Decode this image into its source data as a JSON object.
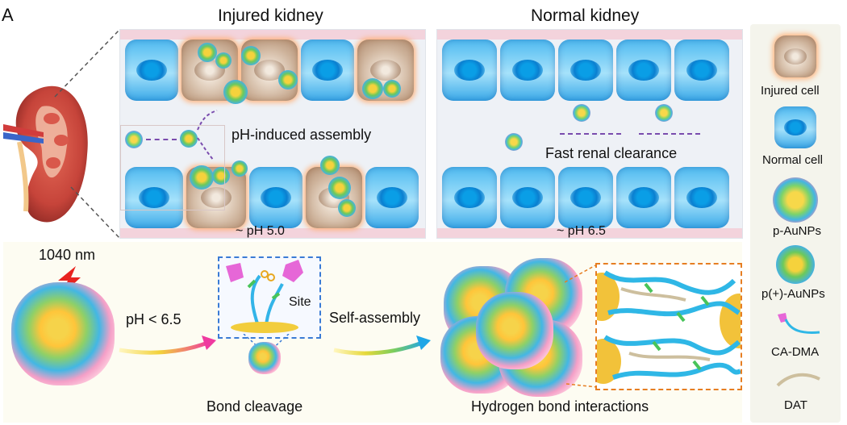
{
  "panel_letter": "A",
  "injured": {
    "title": "Injured kidney",
    "assembly_label": "pH-induced assembly",
    "ph_label": "~ pH 5.0"
  },
  "normal": {
    "title": "Normal kidney",
    "clearance_label": "Fast renal clearance",
    "ph_label": "~ pH 6.5"
  },
  "legend": {
    "items": [
      {
        "label": "Injured cell",
        "icon": "injured-cell-icon"
      },
      {
        "label": "Normal cell",
        "icon": "normal-cell-icon"
      },
      {
        "label": "p-AuNPs",
        "icon": "p-aunp-icon"
      },
      {
        "label": "p(+)-AuNPs",
        "icon": "p-plus-aunp-icon"
      },
      {
        "label": "CA-DMA",
        "icon": "ca-dma-icon"
      },
      {
        "label": "DAT",
        "icon": "dat-icon"
      }
    ]
  },
  "bottom": {
    "wavelength": "1040 nm",
    "ph_condition": "pH < 6.5",
    "site_label": "Site",
    "bond_cleavage": "Bond cleavage",
    "self_assembly": "Self-assembly",
    "hydrogen_bond": "Hydrogen bond interactions"
  },
  "colors": {
    "normal_cell": "#4fbaf0",
    "injured_glow": "#ffb27a",
    "arrow_purple": "#7a4cae",
    "vessel_wall": "#f3d3dc",
    "zoom_box": "#e67e22",
    "site_box": "#3a7bd5"
  }
}
